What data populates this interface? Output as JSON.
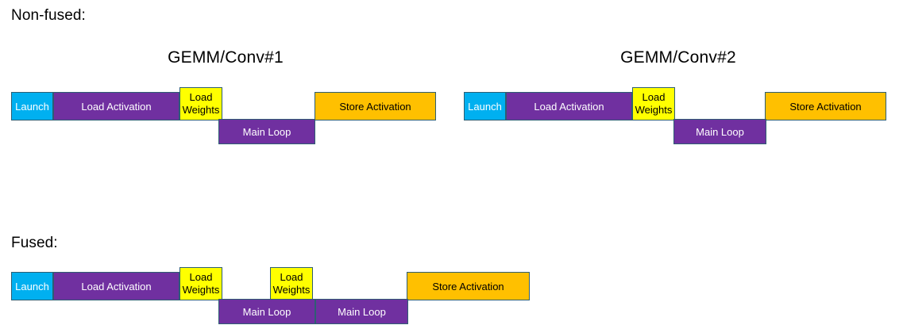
{
  "diagram": {
    "title_text_color": "#000000",
    "background": "#FFFFFF"
  },
  "palette": {
    "launch": "#00B0F0",
    "compute": "#7030A0",
    "weights": "#FFFF00",
    "store": "#FFC000",
    "border": "#2E5E73"
  },
  "sections": {
    "nonfused": {
      "label": "Non-fused:",
      "groups": [
        {
          "title": "GEMM/Conv#1",
          "bars": [
            {
              "name": "launch",
              "label": "Launch"
            },
            {
              "name": "load-activation",
              "label": "Load Activation"
            },
            {
              "name": "load-weights",
              "label": "Load\nWeights"
            },
            {
              "name": "store-activation",
              "label": "Store Activation"
            },
            {
              "name": "main-loop",
              "label": "Main Loop"
            }
          ]
        },
        {
          "title": "GEMM/Conv#2",
          "bars": [
            {
              "name": "launch",
              "label": "Launch"
            },
            {
              "name": "load-activation",
              "label": "Load Activation"
            },
            {
              "name": "load-weights",
              "label": "Load\nWeights"
            },
            {
              "name": "store-activation",
              "label": "Store Activation"
            },
            {
              "name": "main-loop",
              "label": "Main Loop"
            }
          ]
        }
      ]
    },
    "fused": {
      "label": "Fused:",
      "groups": [
        {
          "title": "",
          "bars": [
            {
              "name": "launch",
              "label": "Launch"
            },
            {
              "name": "load-activation",
              "label": "Load Activation"
            },
            {
              "name": "load-weights-1",
              "label": "Load\nWeights"
            },
            {
              "name": "load-weights-2",
              "label": "Load\nWeights"
            },
            {
              "name": "store-activation",
              "label": "Store Activation"
            },
            {
              "name": "main-loop-1",
              "label": "Main Loop"
            },
            {
              "name": "main-loop-2",
              "label": "Main Loop"
            }
          ]
        }
      ]
    }
  }
}
